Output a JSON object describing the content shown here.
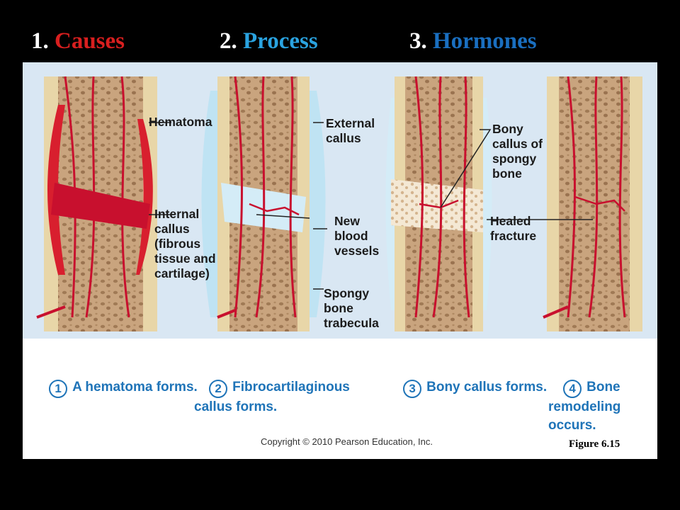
{
  "titles": [
    {
      "num": "1.",
      "label": "Causes",
      "color": "#d81f1f"
    },
    {
      "num": "2.",
      "label": "Process",
      "color": "#2aa3e0"
    },
    {
      "num": "3.",
      "label": "Hormones",
      "color": "#1a6fc0"
    }
  ],
  "labels": {
    "hematoma": "Hematoma",
    "internal_callus": "Internal\ncallus\n(fibrous\ntissue and\ncartilage)",
    "external_callus": "External\ncallus",
    "new_vessels": "New\nblood\nvessels",
    "spongy_trabecula": "Spongy\nbone\ntrabecula",
    "bony_callus": "Bony\ncallus of\nspongy\nbone",
    "healed_fracture": "Healed\nfracture"
  },
  "steps": [
    {
      "num": "1",
      "text": "A hematoma forms."
    },
    {
      "num": "2",
      "text": "Fibrocartilaginous\ncallus forms."
    },
    {
      "num": "3",
      "text": "Bony callus forms."
    },
    {
      "num": "4",
      "text": "Bone\nremodeling\noccurs."
    }
  ],
  "copyright": "Copyright © 2010 Pearson Education, Inc.",
  "figure": "Figure 6.15",
  "colors": {
    "blood": "#c8102e",
    "bone": "#c9a47e",
    "marrow": "#a07a55",
    "callus": "#bfe3f3",
    "accent": "#1f74b8"
  }
}
